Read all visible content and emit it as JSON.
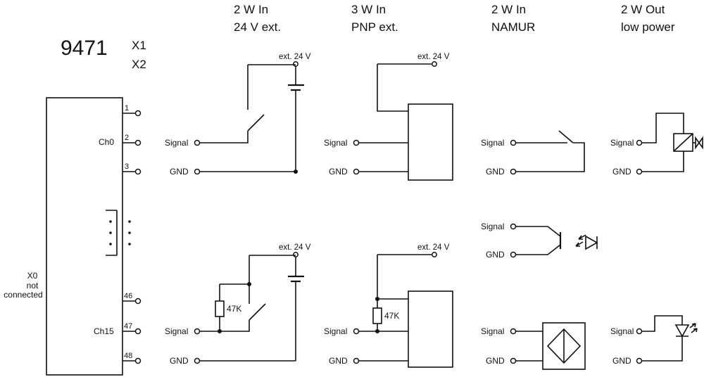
{
  "module": {
    "number": "9471",
    "connectors": [
      "X1",
      "X2"
    ]
  },
  "headers": [
    {
      "line1": "2 W In",
      "line2": "24 V ext."
    },
    {
      "line1": "3 W In",
      "line2": "PNP ext."
    },
    {
      "line1": "2 W In",
      "line2": "NAMUR"
    },
    {
      "line1": "2 W Out",
      "line2": "low power"
    }
  ],
  "pins": [
    {
      "num": "1",
      "label": ""
    },
    {
      "num": "2",
      "label": "Ch0"
    },
    {
      "num": "3",
      "label": ""
    },
    {
      "num": "46",
      "label": ""
    },
    {
      "num": "47",
      "label": "Ch15"
    },
    {
      "num": "48",
      "label": ""
    }
  ],
  "x0_note": [
    "X0",
    "not",
    "connected"
  ],
  "labels": {
    "signal": "Signal",
    "gnd": "GND",
    "ext24": "ext. 24 V",
    "resistor": "47K"
  }
}
